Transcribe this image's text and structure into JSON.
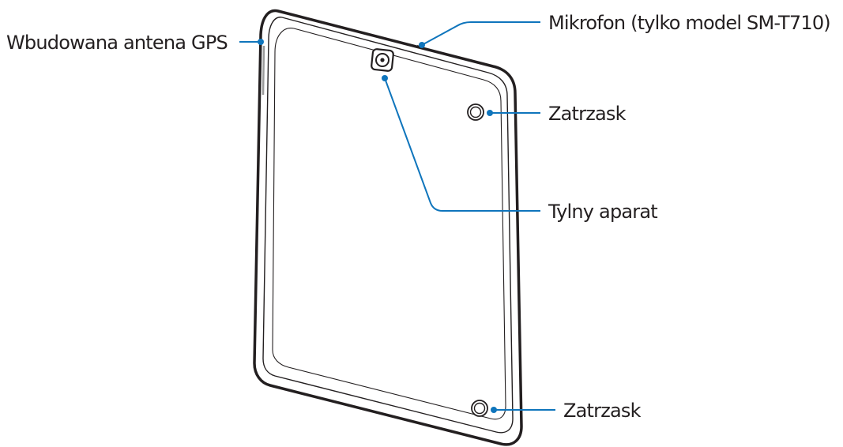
{
  "accent_color": "#0f75bc",
  "callouts": {
    "gps_antenna": "Wbudowana antena GPS",
    "microphone": "Mikrofon (tylko model SM-T710)",
    "latch_top": "Zatrzask",
    "rear_camera": "Tylny aparat",
    "latch_bottom": "Zatrzask"
  }
}
